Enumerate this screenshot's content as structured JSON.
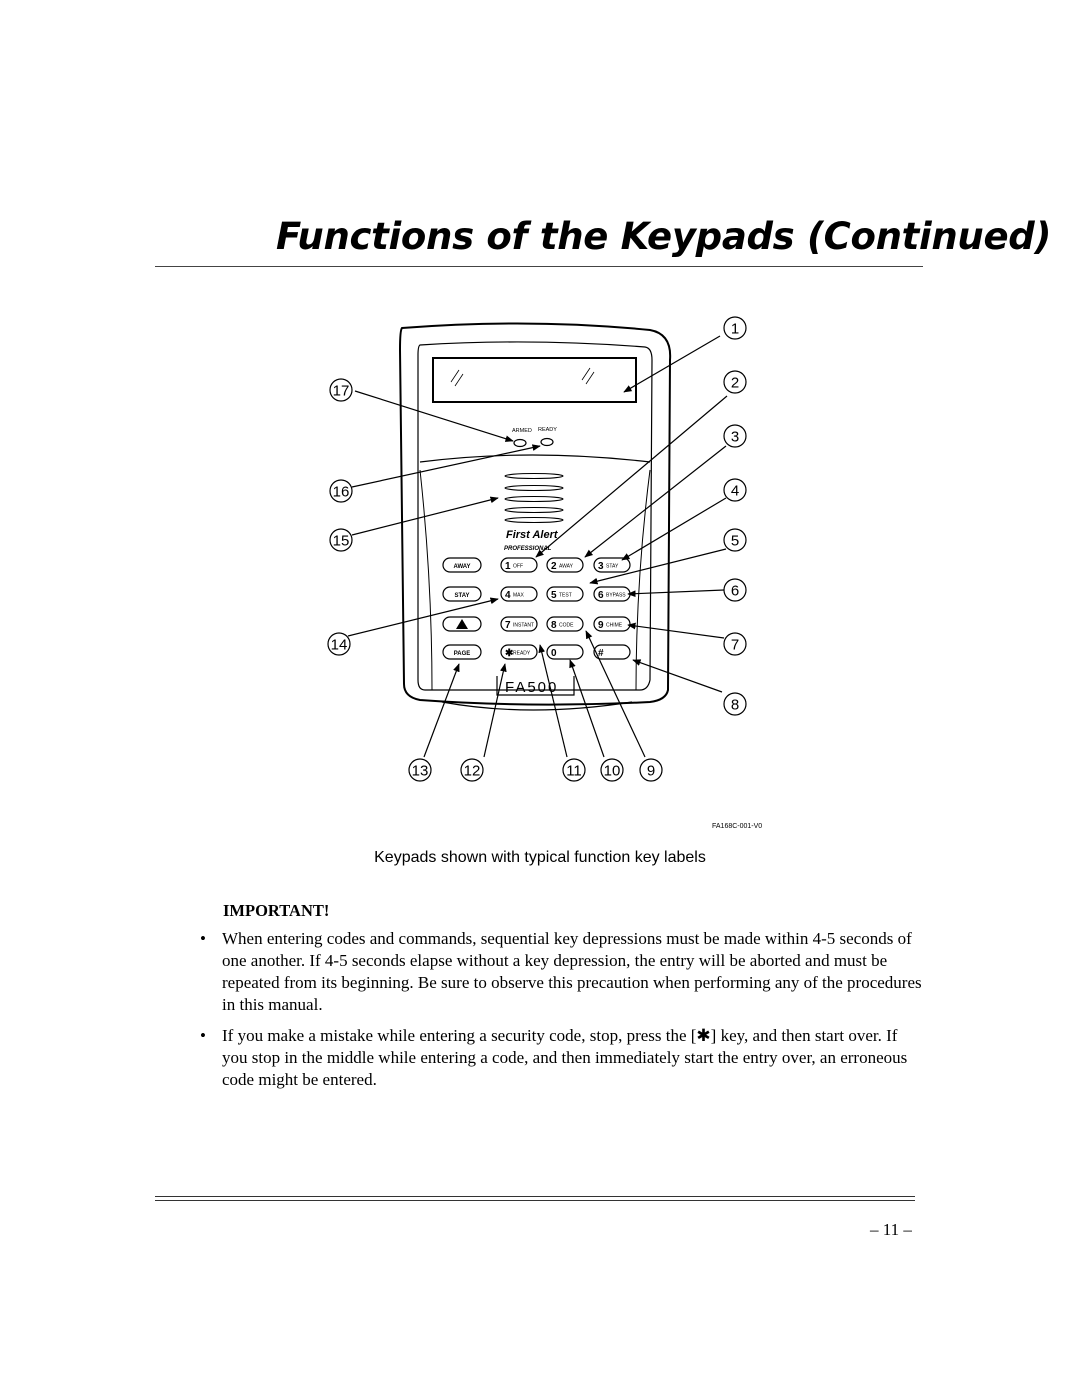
{
  "page": {
    "title": "Functions of the Keypads (Continued)",
    "caption": "Keypads shown with typical function key labels",
    "important_heading": "IMPORTANT!",
    "bullets": [
      "When entering codes and commands, sequential key depressions must be made within 4-5 seconds of one another. If 4-5 seconds elapse without a key depression, the entry will be aborted and must be repeated from its beginning. Be sure to observe this precaution when performing any of the procedures in this manual.",
      "If you make a mistake while entering a security code, stop, press the [✱] key, and then start over. If you stop in the middle while entering a code, and then immediately start the entry over, an erroneous code might be entered."
    ],
    "page_number": "– 11 –"
  },
  "figure": {
    "figure_code": "FA168C-001-V0",
    "led_labels": [
      "ARMED",
      "READY"
    ],
    "brand": "First Alert",
    "brand_sub": "PROFESSIONAL",
    "model": "FA500",
    "function_keys": [
      "AWAY",
      "STAY",
      "",
      "PAGE"
    ],
    "keys": [
      {
        "digit": "1",
        "label": "OFF"
      },
      {
        "digit": "2",
        "label": "AWAY"
      },
      {
        "digit": "3",
        "label": "STAY"
      },
      {
        "digit": "4",
        "label": "MAX"
      },
      {
        "digit": "5",
        "label": "TEST"
      },
      {
        "digit": "6",
        "label": "BYPASS"
      },
      {
        "digit": "7",
        "label": "INSTANT"
      },
      {
        "digit": "8",
        "label": "CODE"
      },
      {
        "digit": "9",
        "label": "CHIME"
      },
      {
        "digit": "✱",
        "label": "READY"
      },
      {
        "digit": "0",
        "label": ""
      },
      {
        "digit": "#",
        "label": ""
      }
    ],
    "callouts": [
      "1",
      "2",
      "3",
      "4",
      "5",
      "6",
      "7",
      "8",
      "9",
      "10",
      "11",
      "12",
      "13",
      "14",
      "15",
      "16",
      "17"
    ]
  }
}
